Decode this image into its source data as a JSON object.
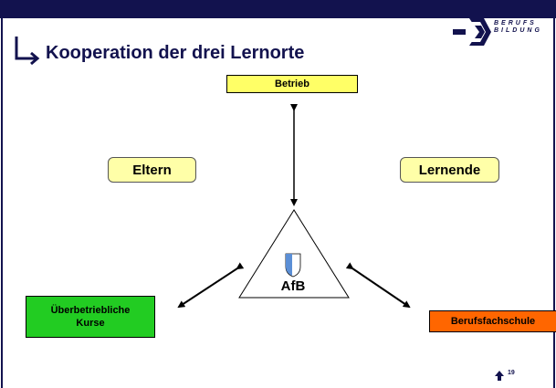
{
  "slide": {
    "title": "Kooperation der drei Lernorte",
    "logo": {
      "line1": "BERUFS",
      "line2": "BILDUNG"
    },
    "page_number": "19"
  },
  "diagram": {
    "center_label": "AfB",
    "nodes": {
      "betrieb": "Betrieb",
      "eltern": "Eltern",
      "lernende": "Lernende",
      "ueberbetrieblich_line1": "Überbetriebliche",
      "ueberbetrieblich_line2": "Kurse",
      "berufsfachschule": "Berufsfachschule"
    }
  },
  "colors": {
    "brand_navy": "#12124e",
    "betrieb_fill": "#ffff66",
    "soft_yellow_fill": "#ffffa8",
    "ueberbetrieblich_fill": "#22cc22",
    "berufsfachschule_fill": "#ff6600"
  }
}
